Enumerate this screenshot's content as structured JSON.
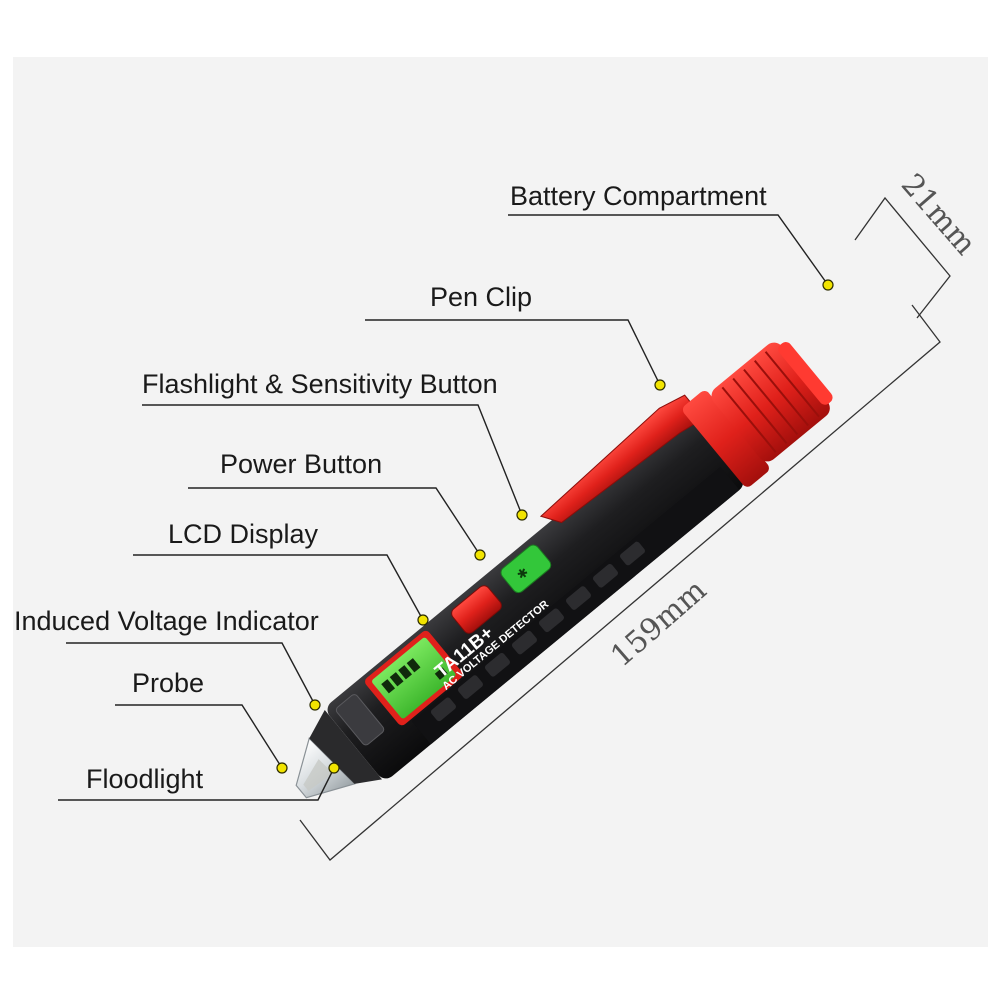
{
  "labels": {
    "battery_compartment": "Battery Compartment",
    "pen_clip": "Pen Clip",
    "flashlight_button": "Flashlight & Sensitivity Button",
    "power_button": "Power Button",
    "lcd_display": "LCD Display",
    "induced_voltage": "Induced Voltage Indicator",
    "probe": "Probe",
    "floodlight": "Floodlight"
  },
  "dimensions": {
    "length": "159mm",
    "diameter": "21mm"
  },
  "device": {
    "model": "TA11B+",
    "subtitle": "AC VOLTAGE DETECTOR"
  },
  "colors": {
    "body": "#1c1c1e",
    "red": "#e0211b",
    "green_button": "#33c73a",
    "red_button": "#d81e1e",
    "lcd": "#56d23e",
    "marker": "#f2e400"
  }
}
